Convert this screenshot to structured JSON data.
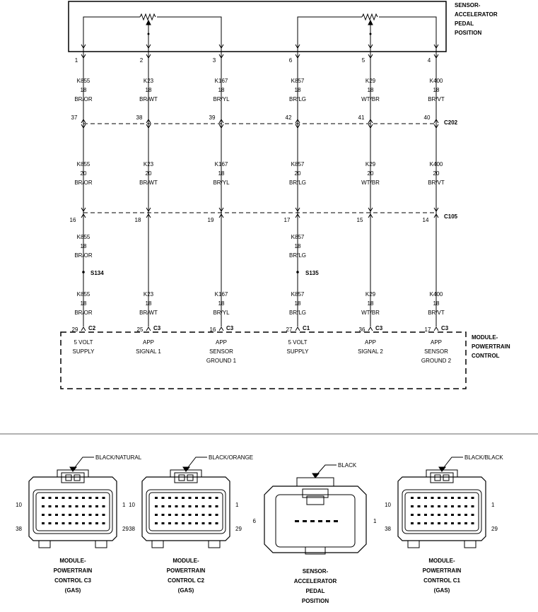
{
  "sensor_label": [
    "SENSOR-",
    "ACCELERATOR",
    "PEDAL",
    "POSITION"
  ],
  "module_label": [
    "MODULE-",
    "POWERTRAIN",
    "CONTROL"
  ],
  "connectors": {
    "c202": "C202",
    "c105": "C105"
  },
  "splices": {
    "s134": "S134",
    "s135": "S135"
  },
  "columns": [
    {
      "top_pin": "1",
      "w1": [
        "K855",
        "18",
        "BR/OR"
      ],
      "c202_pin": "37",
      "w2": [
        "K855",
        "20",
        "BR/OR"
      ],
      "c105_pin": "16",
      "w3": [
        "K855",
        "18",
        "BR/OR"
      ],
      "w4": [
        "K855",
        "18",
        "BR/OR"
      ],
      "pcm_pin": "29",
      "pcm_conn": "C2",
      "func": [
        "5 VOLT",
        "SUPPLY"
      ]
    },
    {
      "top_pin": "2",
      "w1": [
        "K23",
        "18",
        "BR/WT"
      ],
      "c202_pin": "38",
      "w2": [
        "K23",
        "20",
        "BR/WT"
      ],
      "c105_pin": "18",
      "w3": [],
      "w4": [
        "K23",
        "18",
        "BR/WT"
      ],
      "pcm_pin": "25",
      "pcm_conn": "C3",
      "func": [
        "APP",
        "SIGNAL 1"
      ]
    },
    {
      "top_pin": "3",
      "w1": [
        "K167",
        "18",
        "BR/YL"
      ],
      "c202_pin": "39",
      "w2": [
        "K167",
        "18",
        "BR/YL"
      ],
      "c105_pin": "19",
      "w3": [],
      "w4": [
        "K167",
        "18",
        "BR/YL"
      ],
      "pcm_pin": "16",
      "pcm_conn": "C3",
      "func": [
        "APP",
        "SENSOR",
        "GROUND 1"
      ]
    },
    {
      "top_pin": "6",
      "w1": [
        "K857",
        "18",
        "BR/LG"
      ],
      "c202_pin": "42",
      "w2": [
        "K857",
        "20",
        "BR/LG"
      ],
      "c105_pin": "17",
      "w3": [
        "K857",
        "18",
        "BR/LG"
      ],
      "w4": [
        "K857",
        "18",
        "BR/LG"
      ],
      "pcm_pin": "27",
      "pcm_conn": "C1",
      "func": [
        "5 VOLT",
        "SUPPLY"
      ]
    },
    {
      "top_pin": "5",
      "w1": [
        "K29",
        "18",
        "WT/BR"
      ],
      "c202_pin": "41",
      "w2": [
        "K29",
        "20",
        "WT/BR"
      ],
      "c105_pin": "15",
      "w3": [],
      "w4": [
        "K29",
        "18",
        "WT/BR"
      ],
      "pcm_pin": "36",
      "pcm_conn": "C3",
      "func": [
        "APP",
        "SIGNAL 2"
      ]
    },
    {
      "top_pin": "4",
      "w1": [
        "K400",
        "18",
        "BR/VT"
      ],
      "c202_pin": "40",
      "w2": [
        "K400",
        "20",
        "BR/VT"
      ],
      "c105_pin": "14",
      "w3": [],
      "w4": [
        "K400",
        "18",
        "BR/VT"
      ],
      "pcm_pin": "17",
      "pcm_conn": "C3",
      "func": [
        "APP",
        "SENSOR",
        "GROUND 2"
      ]
    }
  ],
  "connector_views": [
    {
      "type": "pcm",
      "color": "BLACK/NATURAL",
      "pin_left_top": "10",
      "pin_right_top": "1",
      "pin_left_bottom": "38",
      "pin_right_bottom": "29",
      "caption": [
        "MODULE-",
        "POWERTRAIN",
        "CONTROL C3",
        "(GAS)"
      ]
    },
    {
      "type": "pcm",
      "color": "BLACK/ORANGE",
      "pin_left_top": "10",
      "pin_right_top": "1",
      "pin_left_bottom": "38",
      "pin_right_bottom": "29",
      "caption": [
        "MODULE-",
        "POWERTRAIN",
        "CONTROL C2",
        "(GAS)"
      ]
    },
    {
      "type": "app",
      "color": "BLACK",
      "pin_left": "6",
      "pin_right": "1",
      "caption": [
        "SENSOR-",
        "ACCELERATOR",
        "PEDAL",
        "POSITION"
      ]
    },
    {
      "type": "pcm",
      "color": "BLACK/BLACK",
      "pin_left_top": "10",
      "pin_right_top": "1",
      "pin_left_bottom": "38",
      "pin_right_bottom": "29",
      "caption": [
        "MODULE-",
        "POWERTRAIN",
        "CONTROL C1",
        "(GAS)"
      ]
    }
  ]
}
